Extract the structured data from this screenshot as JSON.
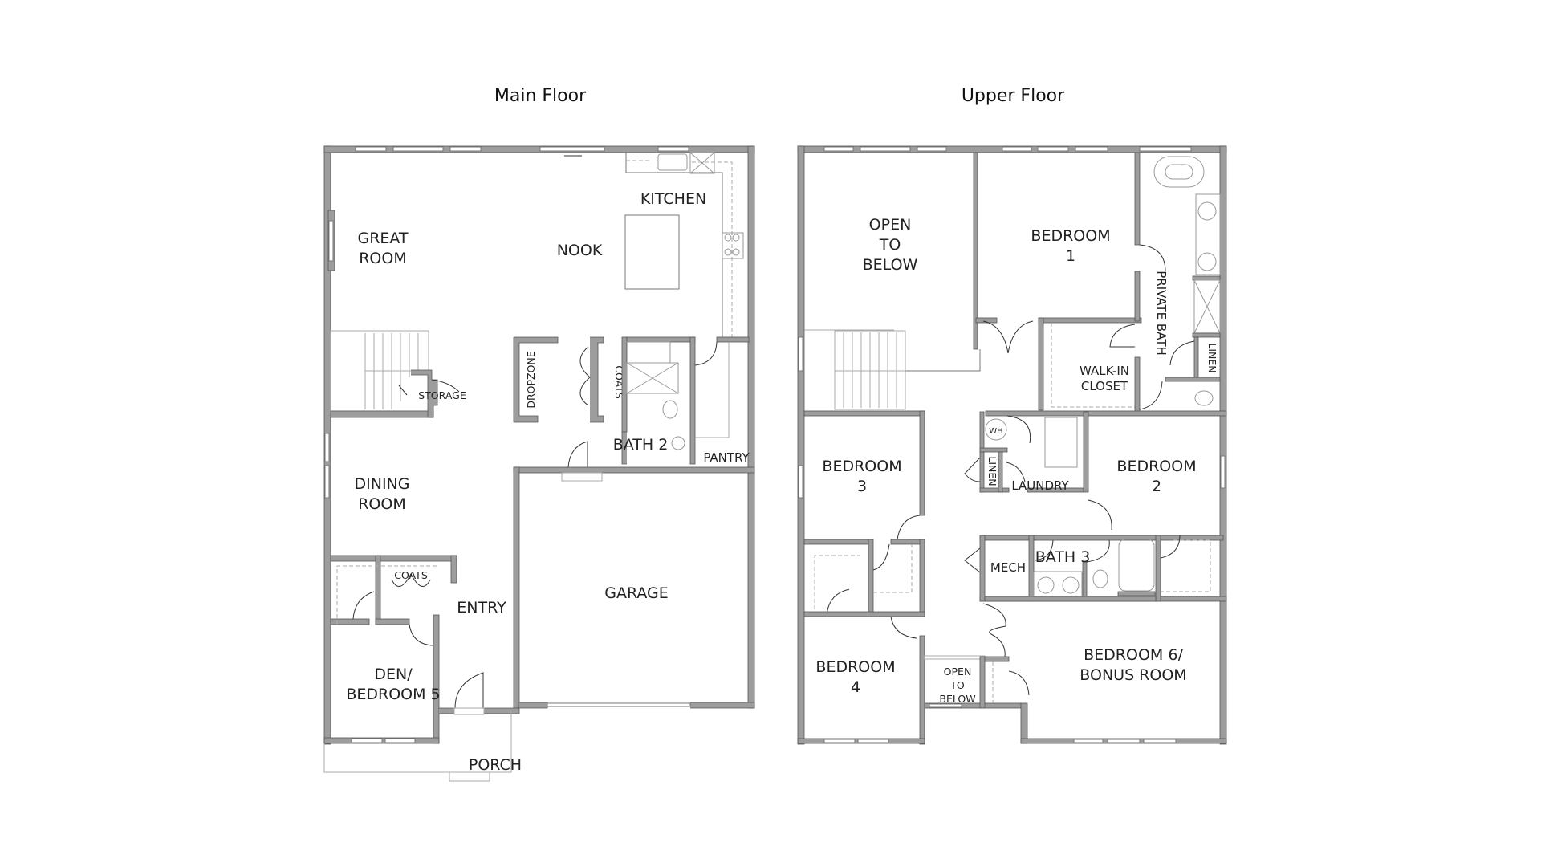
{
  "main_floor": {
    "title": "Main Floor",
    "rooms": {
      "great_room": [
        "GREAT",
        "ROOM"
      ],
      "nook": "NOOK",
      "kitchen": "KITCHEN",
      "storage": "STORAGE",
      "dropzone": "DROPZONE",
      "coats_upper": "COATS",
      "bath_2": "BATH 2",
      "pantry": "PANTRY",
      "dining_room": [
        "DINING",
        "ROOM"
      ],
      "garage": "GARAGE",
      "coats_entry": "COATS",
      "entry": "ENTRY",
      "den": [
        "DEN/",
        "BEDROOM 5"
      ],
      "porch": "PORCH"
    }
  },
  "upper_floor": {
    "title": "Upper Floor",
    "rooms": {
      "open_to_below_large": [
        "OPEN",
        "TO",
        "BELOW"
      ],
      "bedroom_1": [
        "BEDROOM",
        "1"
      ],
      "private_bath": "PRIVATE BATH",
      "linen_master": "LINEN",
      "walk_in_closet": [
        "WALK-IN",
        "CLOSET"
      ],
      "water_heater": "WH",
      "linen_hall": "LINEN",
      "laundry": "LAUNDRY",
      "bedroom_2": [
        "BEDROOM",
        "2"
      ],
      "bedroom_3": [
        "BEDROOM",
        "3"
      ],
      "mech": "MECH",
      "bath_3": "BATH 3",
      "bedroom_4": [
        "BEDROOM",
        "4"
      ],
      "open_to_below_small": [
        "OPEN",
        "TO",
        "BELOW"
      ],
      "bedroom_6": [
        "BEDROOM 6/",
        "BONUS ROOM"
      ]
    }
  },
  "colors": {
    "wall_fill": "#9d9d9d",
    "background": "#ffffff",
    "text": "#222222"
  }
}
